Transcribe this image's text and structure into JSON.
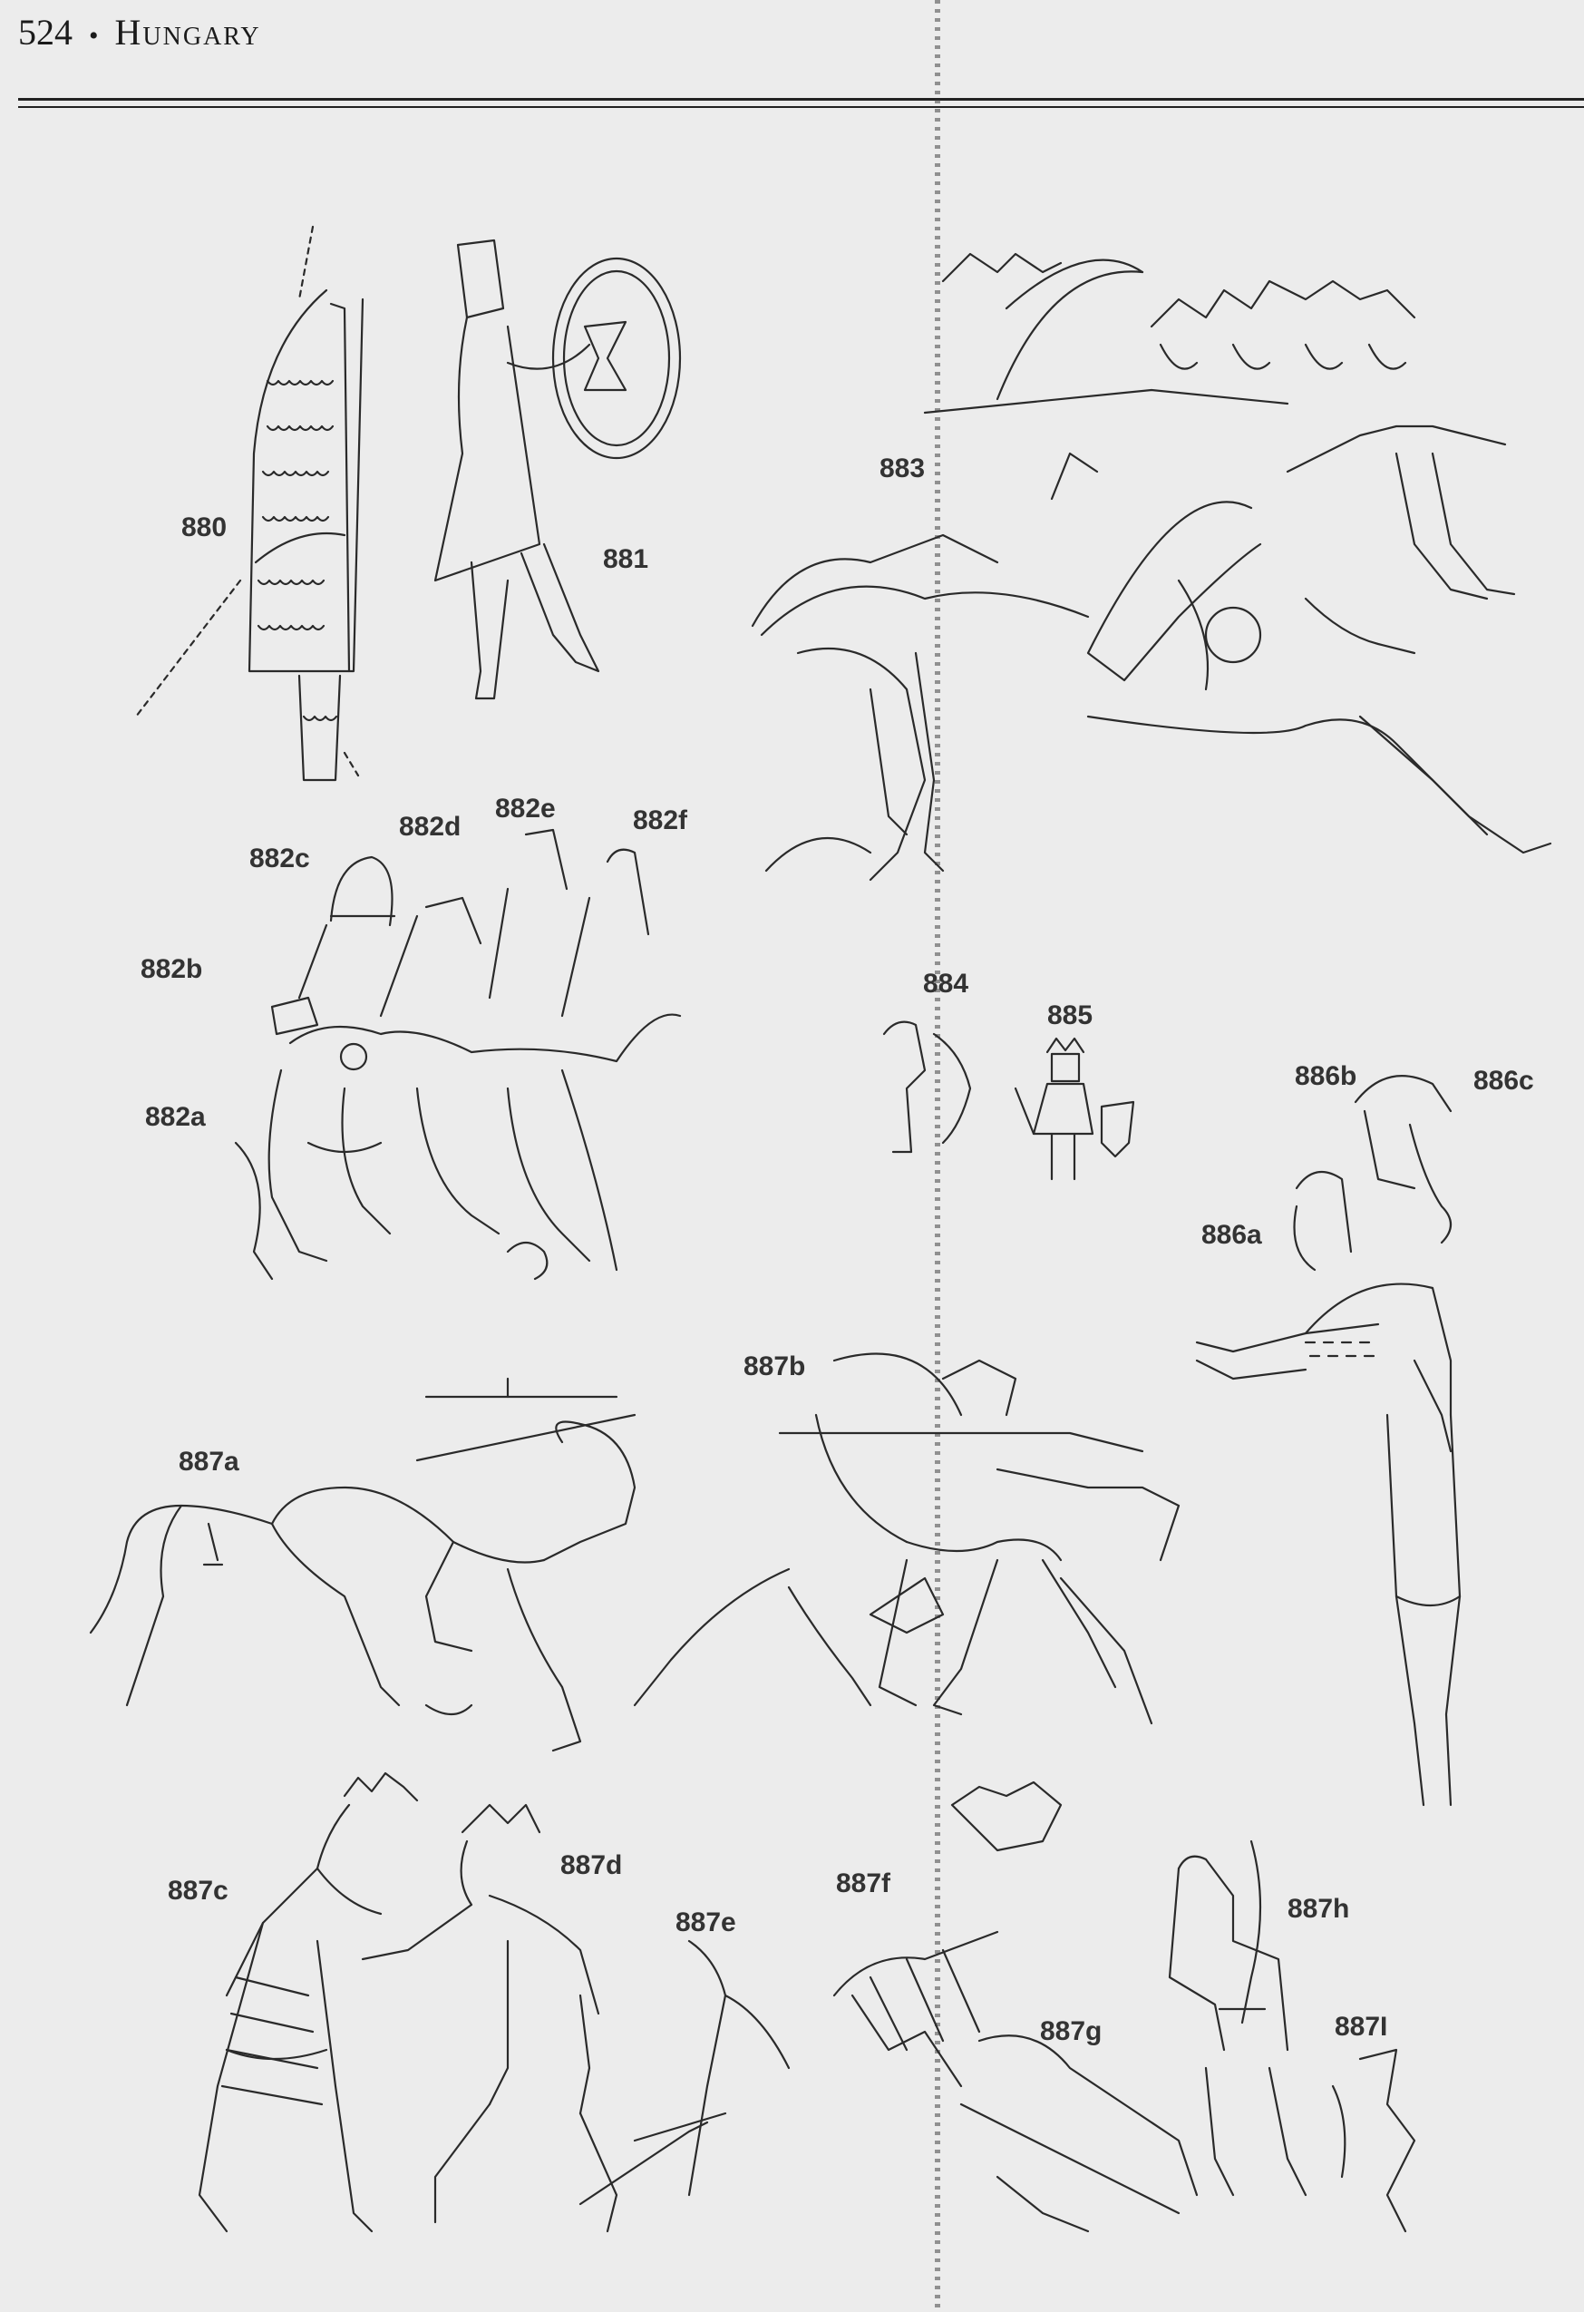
{
  "header": {
    "page_number": "524",
    "separator": "•",
    "chapter_title": "Hungary"
  },
  "figure_labels": {
    "f880": "880",
    "f881": "881",
    "f882a": "882a",
    "f882b": "882b",
    "f882c": "882c",
    "f882d": "882d",
    "f882e": "882e",
    "f882f": "882f",
    "f883": "883",
    "f884": "884",
    "f885": "885",
    "f886a": "886a",
    "f886b": "886b",
    "f886c": "886c",
    "f887a": "887a",
    "f887b": "887b",
    "f887c": "887c",
    "f887d": "887d",
    "f887e": "887e",
    "f887f": "887f",
    "f887g": "887g",
    "f887h": "887h",
    "f887i": "887I"
  }
}
